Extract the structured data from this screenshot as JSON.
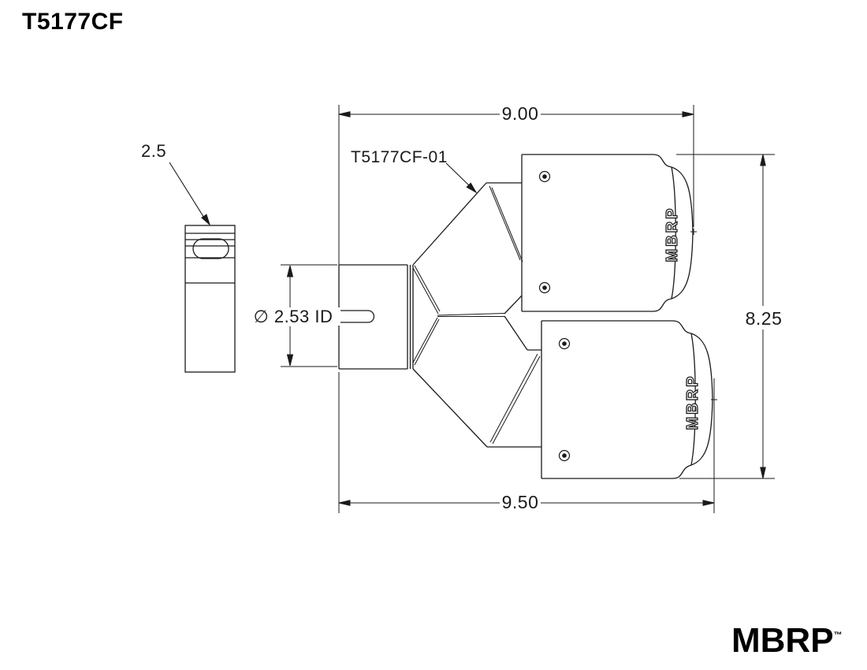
{
  "title": "T5177CF",
  "drawing": {
    "part_label": "T5177CF-01",
    "clamp_dim_label": "2.5",
    "inlet_id_label": "∅ 2.53 ID",
    "dim_top": "9.00",
    "dim_right": "8.25",
    "dim_bottom": "9.50",
    "tip_logo_upper": "MBRP",
    "tip_logo_lower": "MBRP"
  },
  "footer": {
    "logo": "MBRP",
    "trademark": "™"
  },
  "colors": {
    "line": "#1a1a1a",
    "background": "#ffffff"
  }
}
